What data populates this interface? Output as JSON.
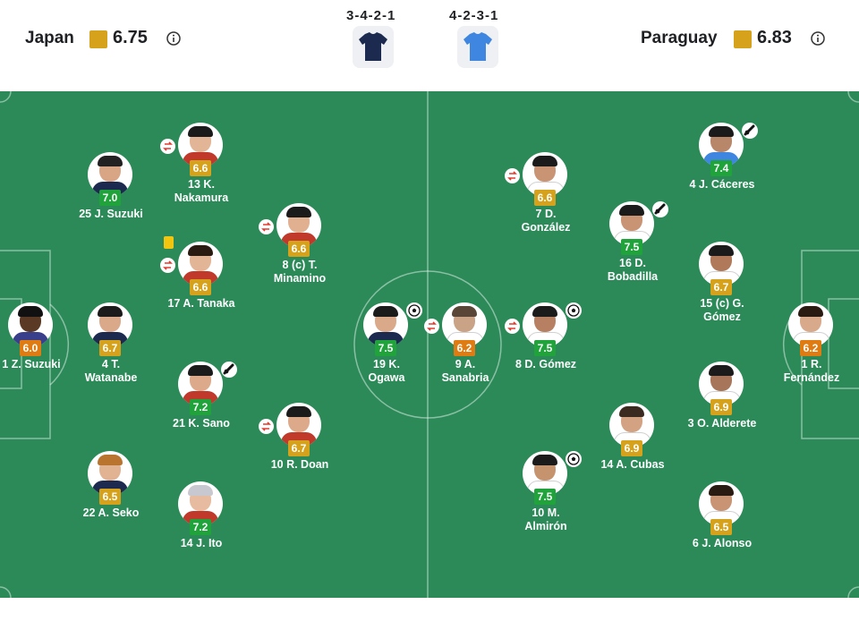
{
  "colors": {
    "pitch": "#2b8a58",
    "rating_yellow": "#d6a21c",
    "rating_green": "#1fa33a",
    "rating_orange": "#e07b12"
  },
  "home": {
    "name": "Japan",
    "rating": "6.75",
    "formation": "3-4-2-1",
    "jersey_color": "#1c2a4f"
  },
  "away": {
    "name": "Paraguay",
    "rating": "6.83",
    "formation": "4-2-3-1",
    "jersey_color": "#3e86e0"
  },
  "players": [
    {
      "name": "1 Z. Suzuki",
      "rating": "6.0",
      "color": "#e07b12",
      "skin": "#5b3a25",
      "hair": "#111111",
      "shirt": "#3a3f8c",
      "sub": false,
      "card": false,
      "event": ""
    },
    {
      "name": "4 T. Watanabe",
      "rating": "6.7",
      "color": "#d6a21c",
      "skin": "#d9a98a",
      "hair": "#1b1b1b",
      "shirt": "#1c2a4f",
      "sub": false,
      "card": false,
      "event": ""
    },
    {
      "name": "25 J. Suzuki",
      "rating": "7.0",
      "color": "#1fa33a",
      "skin": "#d8a585",
      "hair": "#222222",
      "shirt": "#1c2a4f",
      "sub": false,
      "card": false,
      "event": ""
    },
    {
      "name": "22 A. Seko",
      "rating": "6.5",
      "color": "#d6a21c",
      "skin": "#e1b393",
      "hair": "#b9742f",
      "shirt": "#1c2a4f",
      "sub": false,
      "card": false,
      "event": ""
    },
    {
      "name": "13 K. Nakamura",
      "rating": "6.6",
      "color": "#d6a21c",
      "skin": "#e2b597",
      "hair": "#1b1b1b",
      "shirt": "#c0392b",
      "sub": true,
      "card": false,
      "event": ""
    },
    {
      "name": "17 A. Tanaka",
      "rating": "6.6",
      "color": "#d6a21c",
      "skin": "#e2b597",
      "hair": "#2a1b12",
      "shirt": "#c0392b",
      "sub": true,
      "card": true,
      "event": ""
    },
    {
      "name": "21 K. Sano",
      "rating": "7.2",
      "color": "#1fa33a",
      "skin": "#dcaa8a",
      "hair": "#1b1b1b",
      "shirt": "#c0392b",
      "sub": false,
      "card": false,
      "event": "whistle"
    },
    {
      "name": "14 J. Ito",
      "rating": "7.2",
      "color": "#1fa33a",
      "skin": "#e6bba0",
      "hair": "#c8c8d0",
      "shirt": "#c0392b",
      "sub": false,
      "card": false,
      "event": ""
    },
    {
      "name": "8 (c) T. Minamino",
      "rating": "6.6",
      "color": "#d6a21c",
      "skin": "#e0b090",
      "hair": "#1b1b1b",
      "shirt": "#c0392b",
      "sub": true,
      "card": false,
      "event": ""
    },
    {
      "name": "10 R. Doan",
      "rating": "6.7",
      "color": "#d6a21c",
      "skin": "#dcaa8a",
      "hair": "#1b1b1b",
      "shirt": "#c0392b",
      "sub": true,
      "card": false,
      "event": ""
    },
    {
      "name": "19 K. Ogawa",
      "rating": "7.5",
      "color": "#1fa33a",
      "skin": "#d9a98a",
      "hair": "#1b1b1b",
      "shirt": "#1c2a4f",
      "sub": false,
      "card": false,
      "event": "goal"
    },
    {
      "name": "9 A. Sanabria",
      "rating": "6.2",
      "color": "#e07b12",
      "skin": "#caa286",
      "hair": "#5a4636",
      "shirt": "#ffffff",
      "sub": true,
      "card": false,
      "event": ""
    },
    {
      "name": "7 D. González",
      "rating": "6.6",
      "color": "#d6a21c",
      "skin": "#c89474",
      "hair": "#1b1b1b",
      "shirt": "#ffffff",
      "sub": true,
      "card": false,
      "event": ""
    },
    {
      "name": "8 D. Gómez",
      "rating": "7.5",
      "color": "#1fa33a",
      "skin": "#b78062",
      "hair": "#1b1b1b",
      "shirt": "#ffffff",
      "sub": true,
      "card": false,
      "event": "goal"
    },
    {
      "name": "10 M. Almirón",
      "rating": "7.5",
      "color": "#1fa33a",
      "skin": "#c6936f",
      "hair": "#1b1b1b",
      "shirt": "#ffffff",
      "sub": false,
      "card": false,
      "event": "goal"
    },
    {
      "name": "16 D. Bobadilla",
      "rating": "7.5",
      "color": "#1fa33a",
      "skin": "#c89474",
      "hair": "#1b1b1b",
      "shirt": "#ffffff",
      "sub": false,
      "card": false,
      "event": "whistle"
    },
    {
      "name": "14 A. Cubas",
      "rating": "6.9",
      "color": "#d6a21c",
      "skin": "#d2a283",
      "hair": "#3a2a20",
      "shirt": "#ffffff",
      "sub": false,
      "card": false,
      "event": ""
    },
    {
      "name": "4 J. Cáceres",
      "rating": "7.4",
      "color": "#1fa33a",
      "skin": "#b8876a",
      "hair": "#1b1b1b",
      "shirt": "#3e86e0",
      "sub": false,
      "card": false,
      "event": "whistle"
    },
    {
      "name": "15 (c) G. Gómez",
      "rating": "6.7",
      "color": "#d6a21c",
      "skin": "#b07a5a",
      "hair": "#1b1b1b",
      "shirt": "#ffffff",
      "sub": false,
      "card": false,
      "event": ""
    },
    {
      "name": "3 O. Alderete",
      "rating": "6.9",
      "color": "#d6a21c",
      "skin": "#a7765a",
      "hair": "#1b1b1b",
      "shirt": "#ffffff",
      "sub": false,
      "card": false,
      "event": ""
    },
    {
      "name": "6 J. Alonso",
      "rating": "6.5",
      "color": "#d6a21c",
      "skin": "#c89474",
      "hair": "#2a1b12",
      "shirt": "#ffffff",
      "sub": false,
      "card": false,
      "event": ""
    },
    {
      "name": "1 R. Fernández",
      "rating": "6.2",
      "color": "#e07b12",
      "skin": "#d8a98a",
      "hair": "#2a1b12",
      "shirt": "#ffffff",
      "sub": false,
      "card": false,
      "event": ""
    }
  ]
}
